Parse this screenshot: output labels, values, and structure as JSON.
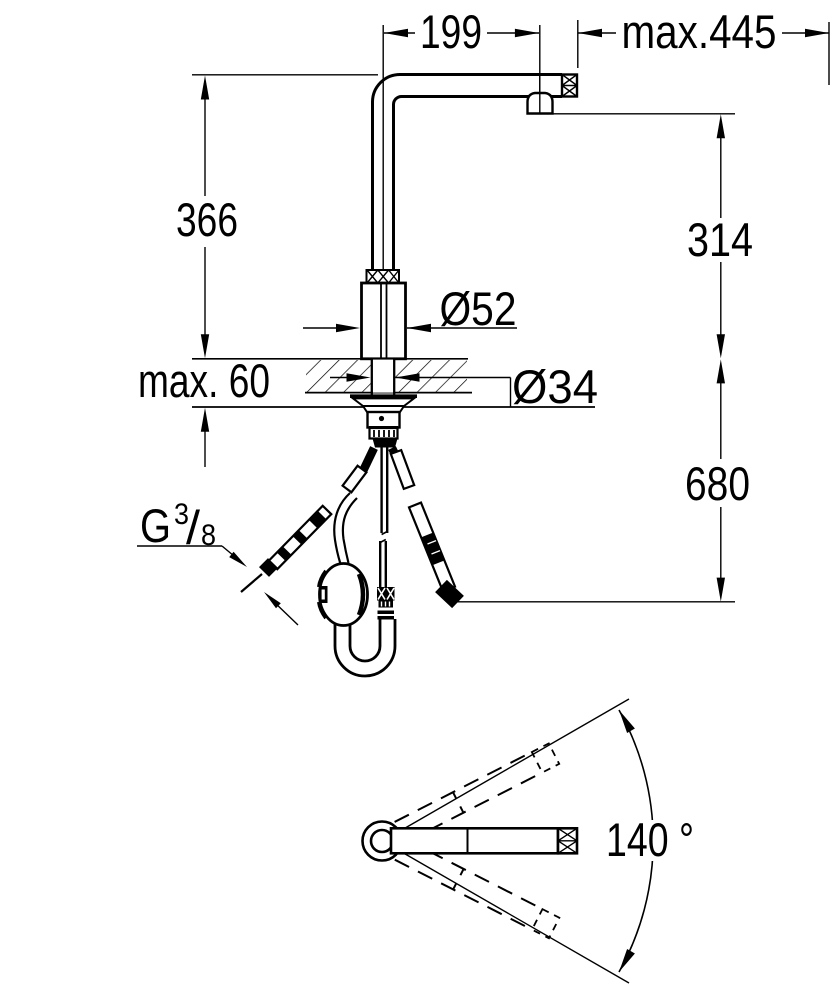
{
  "drawing": {
    "type": "faucet-dimension-drawing",
    "line_color": "#000000",
    "background": "#ffffff",
    "dimensions": {
      "spout_reach": "199",
      "pullout_extension": "max.445",
      "spout_height": "366",
      "outlet_height": "314",
      "body_diameter": "Ø52",
      "deck_thickness": "max. 60",
      "hole_diameter": "Ø34",
      "hose_drop": "680",
      "swivel_angle": "140 °",
      "thread": {
        "g": "G",
        "numerator": "3",
        "slash": "/",
        "denominator": "8"
      }
    }
  }
}
